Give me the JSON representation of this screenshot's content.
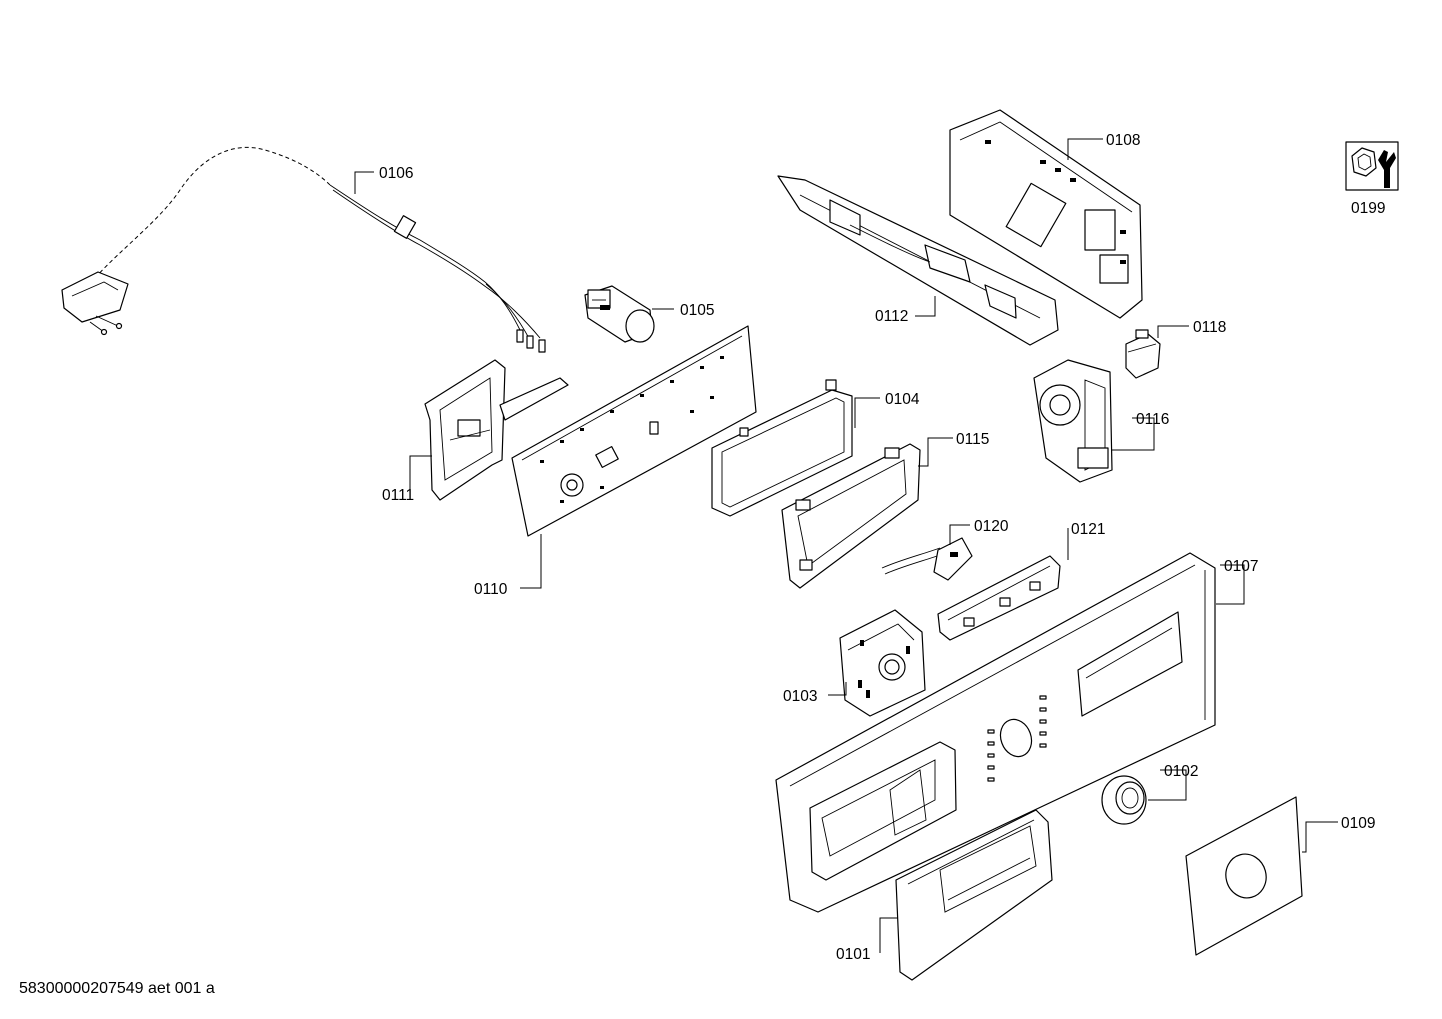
{
  "diagram": {
    "labels": {
      "p0101": "0101",
      "p0102": "0102",
      "p0103": "0103",
      "p0104": "0104",
      "p0105": "0105",
      "p0106": "0106",
      "p0107": "0107",
      "p0108": "0108",
      "p0109": "0109",
      "p0110": "0110",
      "p0111": "0111",
      "p0112": "0112",
      "p0115": "0115",
      "p0116": "0116",
      "p0118": "0118",
      "p0120": "0120",
      "p0121": "0121",
      "p0199": "0199"
    },
    "footer": "58300000207549 aet 001 a",
    "tool_icon": "wrench-nut-icon"
  }
}
